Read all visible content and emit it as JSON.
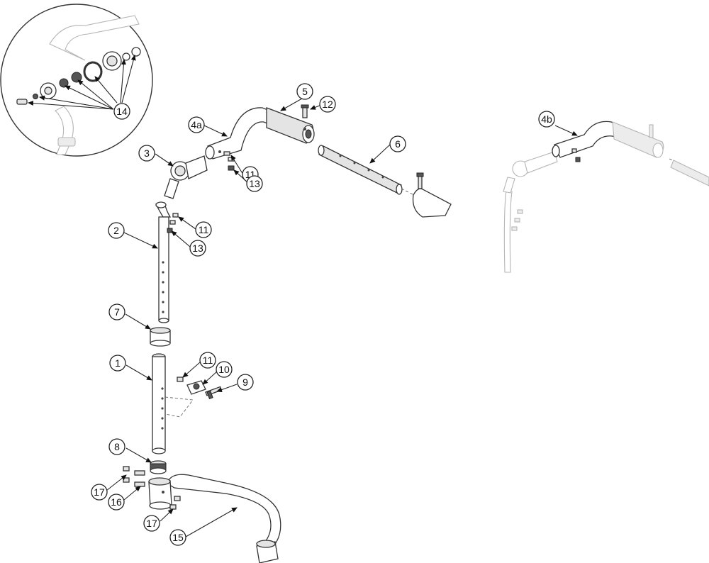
{
  "callouts": {
    "c1": "1",
    "c2": "2",
    "c3": "3",
    "c4a": "4a",
    "c4b": "4b",
    "c5": "5",
    "c6": "6",
    "c7": "7",
    "c8": "8",
    "c9": "9",
    "c10": "10",
    "c11a": "11",
    "c11b": "11",
    "c11c": "11",
    "c12": "12",
    "c13a": "13",
    "c13b": "13",
    "c14": "14",
    "c15": "15",
    "c16": "16",
    "c17a": "17",
    "c17b": "17"
  },
  "colors": {
    "line": "#333333",
    "faint": "#b5b5b5",
    "background": "#ffffff"
  }
}
